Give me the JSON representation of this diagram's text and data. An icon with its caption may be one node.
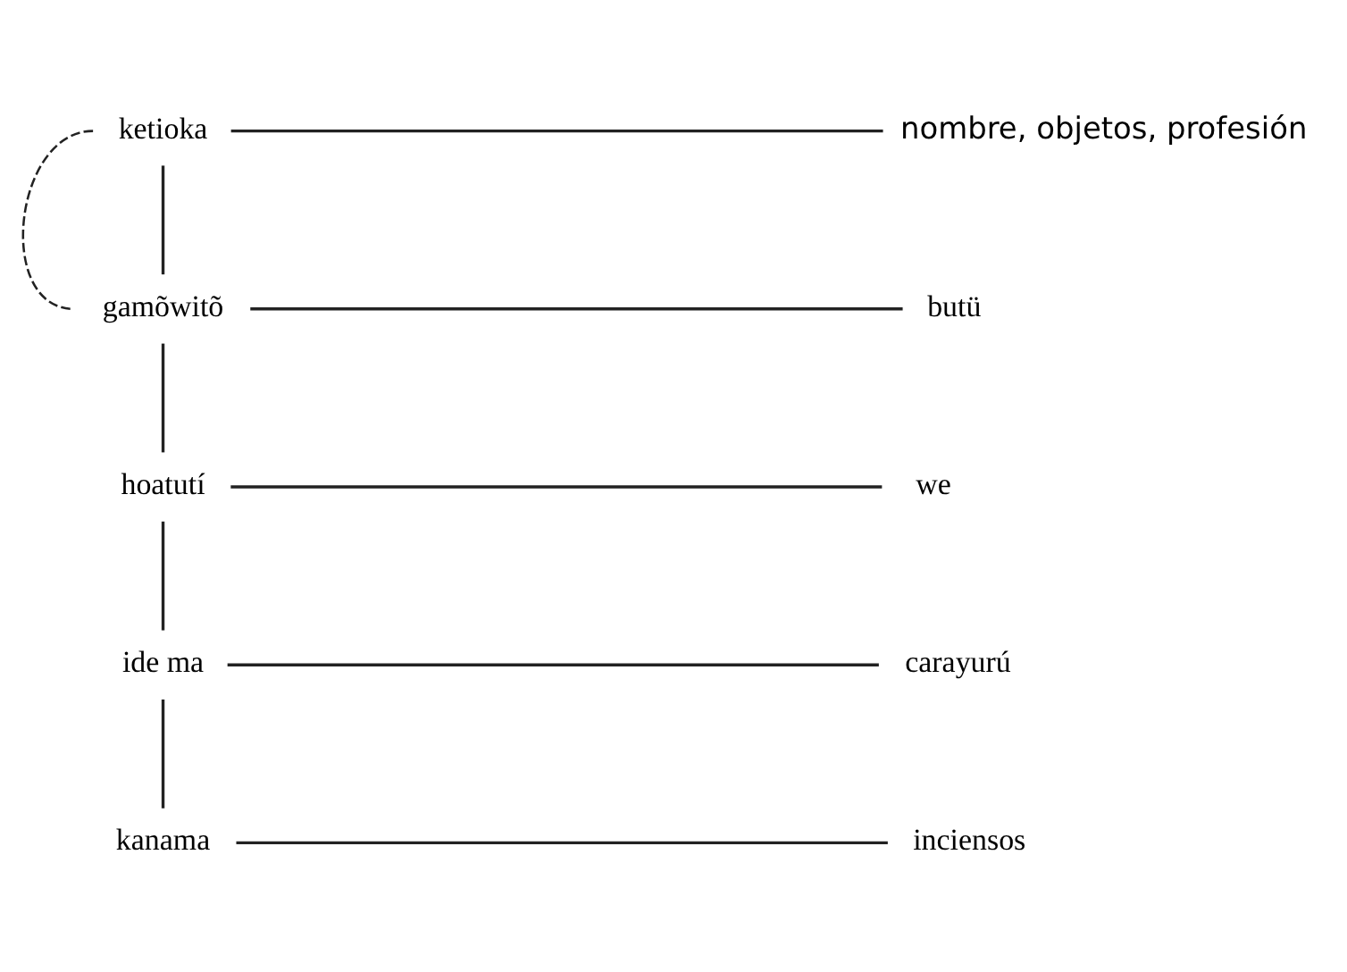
{
  "diagram": {
    "nodes": [
      {
        "text": [
          "ketioka"
        ]
      },
      {
        "text": [
          "gamõwitõ"
        ]
      },
      {
        "text": [
          "hoatutí"
        ]
      },
      {
        "text": [
          "ide ma"
        ]
      },
      {
        "text": [
          "kanama"
        ]
      },
      {
        "text": [
          "nombre, objetos, profesión"
        ]
      },
      {
        "text": [
          "butü"
        ]
      },
      {
        "text": [
          "we"
        ]
      },
      {
        "text": [
          "carayurú"
        ]
      },
      {
        "text": [
          "inciensos"
        ]
      }
    ],
    "edges": [
      {
        "from": 0,
        "to": 1,
        "arrow": "none",
        "style": "dashed"
      },
      {
        "from": 0,
        "to": 1,
        "arrow": "none"
      },
      {
        "from": 1,
        "to": 2,
        "arrow": "none"
      },
      {
        "from": 2,
        "to": 3,
        "arrow": "none"
      },
      {
        "from": 3,
        "to": 4,
        "arrow": "none"
      },
      {
        "from": 0,
        "to": 5,
        "arrow": "none"
      },
      {
        "from": 1,
        "to": 6,
        "arrow": "none"
      },
      {
        "from": 2,
        "to": 7,
        "arrow": "none"
      },
      {
        "from": 3,
        "to": 8,
        "arrow": "none"
      },
      {
        "from": 4,
        "to": 9,
        "arrow": "none"
      }
    ]
  }
}
